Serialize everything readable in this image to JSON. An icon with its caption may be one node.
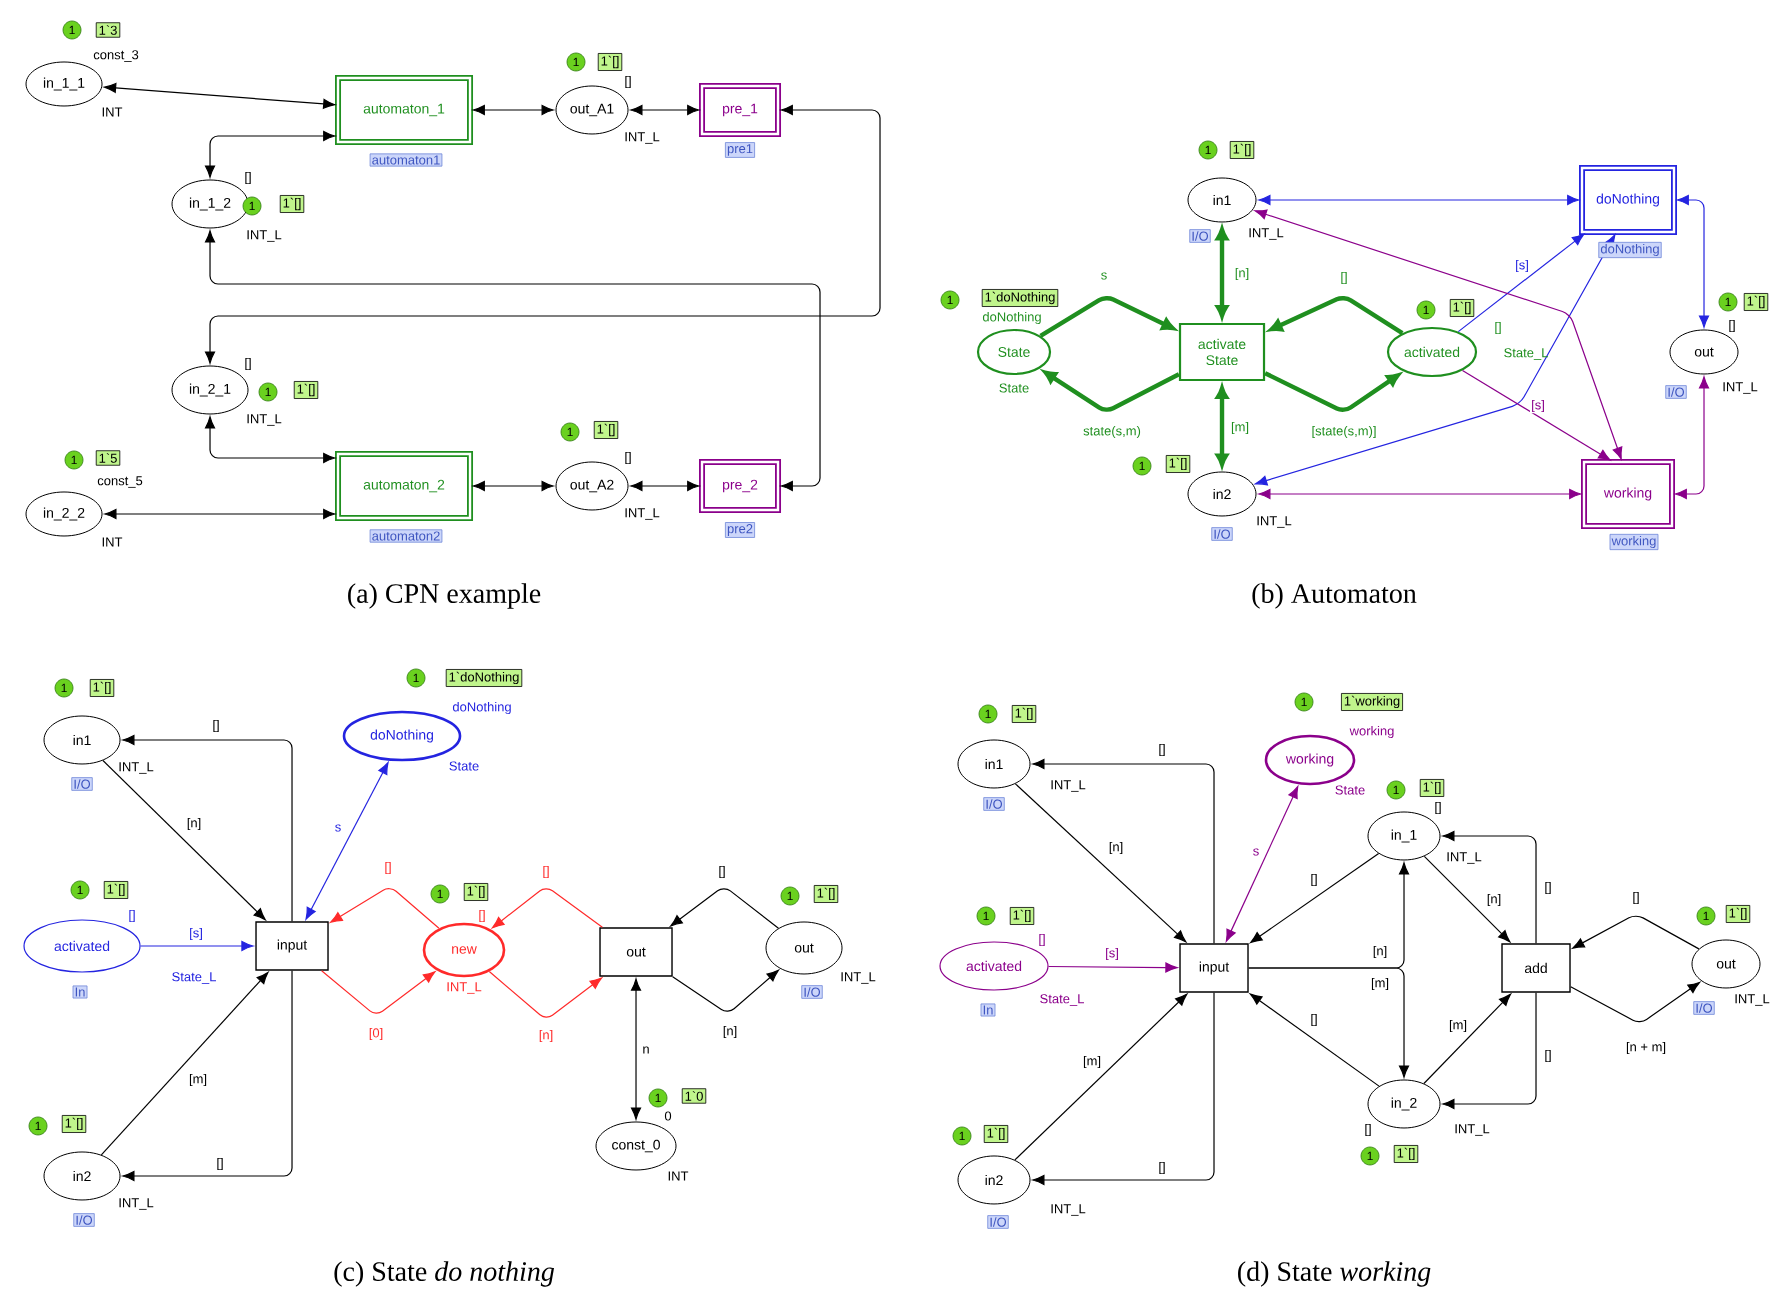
{
  "diagram": {
    "nodes": [
      {
        "text": [
          "in_1_1"
        ],
        "beside": [
          "1",
          "1`3",
          "const_3",
          "INT"
        ]
      },
      {
        "text": [
          "automaton_1"
        ],
        "beside": [
          "automaton1"
        ]
      },
      {
        "text": [
          "out_A1"
        ],
        "beside": [
          "1",
          "1`[]",
          "[]",
          "INT_L"
        ]
      },
      {
        "text": [
          "pre_1"
        ],
        "beside": [
          "pre1"
        ]
      },
      {
        "text": [
          "in_1_2"
        ],
        "beside": [
          "[]",
          "1",
          "1`[]",
          "INT_L"
        ]
      },
      {
        "text": [
          "in_2_1"
        ],
        "beside": [
          "[]",
          "1",
          "1`[]",
          "INT_L"
        ]
      },
      {
        "text": [
          "automaton_2"
        ],
        "beside": [
          "automaton2"
        ]
      },
      {
        "text": [
          "out_A2"
        ],
        "beside": [
          "1",
          "1`[]",
          "[]",
          "INT_L"
        ]
      },
      {
        "text": [
          "pre_2"
        ],
        "beside": [
          "pre2"
        ]
      },
      {
        "text": [
          "in_2_2"
        ],
        "beside": [
          "1",
          "1`5",
          "const_5",
          "INT"
        ]
      },
      {
        "text": [
          "in1"
        ],
        "beside": [
          "1",
          "1`[]",
          "I/O",
          "INT_L"
        ]
      },
      {
        "text": [
          "doNothing"
        ],
        "beside": [
          "doNothing"
        ]
      },
      {
        "text": [
          "State"
        ],
        "beside": [
          "1",
          "1`doNothing",
          "doNothing",
          "State"
        ]
      },
      {
        "text": [
          "activate State"
        ]
      },
      {
        "text": [
          "activated"
        ],
        "beside": [
          "1",
          "1`[]",
          "[]",
          "State_L"
        ]
      },
      {
        "text": [
          "out"
        ],
        "beside": [
          "1",
          "1`[]",
          "[]",
          "I/O",
          "INT_L"
        ]
      },
      {
        "text": [
          "in2"
        ],
        "beside": [
          "1",
          "1`[]",
          "I/O",
          "INT_L"
        ]
      },
      {
        "text": [
          "working"
        ],
        "beside": [
          "working"
        ]
      },
      {
        "text": [
          "in1"
        ],
        "beside": [
          "1",
          "1`[]",
          "INT_L",
          "I/O"
        ]
      },
      {
        "text": [
          "doNothing"
        ],
        "beside": [
          "1",
          "1`doNothing",
          "doNothing",
          "State"
        ]
      },
      {
        "text": [
          "activated"
        ],
        "beside": [
          "1",
          "1`[]",
          "[]",
          "State_L",
          "In"
        ]
      },
      {
        "text": [
          "input"
        ]
      },
      {
        "text": [
          "new"
        ],
        "beside": [
          "1",
          "1`[]",
          "[]",
          "INT_L"
        ]
      },
      {
        "text": [
          "out"
        ]
      },
      {
        "text": [
          "out"
        ],
        "beside": [
          "1",
          "1`[]",
          "INT_L",
          "I/O"
        ]
      },
      {
        "text": [
          "in2"
        ],
        "beside": [
          "1",
          "1`[]",
          "INT_L",
          "I/O"
        ]
      },
      {
        "text": [
          "const_0"
        ],
        "beside": [
          "1",
          "1`0",
          "0",
          "INT"
        ]
      },
      {
        "text": [
          "in1"
        ],
        "beside": [
          "1",
          "1`[]",
          "INT_L",
          "I/O"
        ]
      },
      {
        "text": [
          "working"
        ],
        "beside": [
          "1",
          "1`working",
          "working",
          "State"
        ]
      },
      {
        "text": [
          "in_1"
        ],
        "beside": [
          "1",
          "1`[]",
          "[]",
          "INT_L"
        ]
      },
      {
        "text": [
          "activated"
        ],
        "beside": [
          "1",
          "1`[]",
          "[]",
          "State_L",
          "In"
        ]
      },
      {
        "text": [
          "input"
        ]
      },
      {
        "text": [
          "add"
        ]
      },
      {
        "text": [
          "out"
        ],
        "beside": [
          "1",
          "1`[]",
          "I/O",
          "INT_L"
        ]
      },
      {
        "text": [
          "in_2"
        ],
        "beside": [
          "[]",
          "1",
          "1`[]",
          "INT_L"
        ]
      },
      {
        "text": [
          "in2"
        ],
        "beside": [
          "1",
          "1`[]",
          "INT_L",
          "I/O"
        ]
      }
    ],
    "edges": [
      {
        "from": 0,
        "to": 1,
        "arrow": "both"
      },
      {
        "from": 1,
        "to": 2,
        "arrow": "both"
      },
      {
        "from": 2,
        "to": 3,
        "arrow": "both"
      },
      {
        "from": 4,
        "to": 1,
        "arrow": "both"
      },
      {
        "from": 3,
        "to": 5,
        "arrow": "both"
      },
      {
        "from": 8,
        "to": 4,
        "arrow": "both"
      },
      {
        "from": 5,
        "to": 6,
        "arrow": "both"
      },
      {
        "from": 9,
        "to": 6,
        "arrow": "both"
      },
      {
        "from": 6,
        "to": 7,
        "arrow": "both"
      },
      {
        "from": 7,
        "to": 8,
        "arrow": "both"
      },
      {
        "from": 10,
        "to": 11,
        "arrow": "both",
        "color": "#2424e0"
      },
      {
        "from": 10,
        "to": 13,
        "arrow": "both",
        "label": "[n]",
        "style": "thick",
        "color": "#1f8f1f"
      },
      {
        "from": 12,
        "to": 13,
        "arrow": "to",
        "label": "s",
        "style": "thick",
        "color": "#1f8f1f"
      },
      {
        "from": 13,
        "to": 12,
        "arrow": "to",
        "label": "state(s,m)",
        "style": "thick",
        "color": "#1f8f1f"
      },
      {
        "from": 14,
        "to": 13,
        "arrow": "to",
        "label": "[]",
        "style": "thick",
        "color": "#1f8f1f"
      },
      {
        "from": 13,
        "to": 14,
        "arrow": "to",
        "label": "[state(s,m)]",
        "style": "thick",
        "color": "#1f8f1f"
      },
      {
        "from": 13,
        "to": 16,
        "arrow": "both",
        "label": "[m]",
        "style": "thick",
        "color": "#1f8f1f"
      },
      {
        "from": 14,
        "to": 11,
        "arrow": "to",
        "label": "[s]",
        "color": "#2424e0"
      },
      {
        "from": 16,
        "to": 11,
        "arrow": "both",
        "color": "#2424e0"
      },
      {
        "from": 11,
        "to": 15,
        "arrow": "both",
        "color": "#2424e0"
      },
      {
        "from": 14,
        "to": 17,
        "arrow": "to",
        "label": "[s]",
        "color": "#8b008b"
      },
      {
        "from": 10,
        "to": 17,
        "arrow": "both",
        "color": "#8b008b"
      },
      {
        "from": 16,
        "to": 17,
        "arrow": "both",
        "color": "#8b008b"
      },
      {
        "from": 17,
        "to": 15,
        "arrow": "both",
        "color": "#8b008b"
      },
      {
        "from": 18,
        "to": 21,
        "arrow": "to",
        "label": "[n]"
      },
      {
        "from": 21,
        "to": 18,
        "arrow": "to",
        "label": "[]"
      },
      {
        "from": 19,
        "to": 21,
        "arrow": "both",
        "label": "s",
        "color": "#2424e0"
      },
      {
        "from": 20,
        "to": 21,
        "arrow": "to",
        "label": "[s]",
        "color": "#2424e0"
      },
      {
        "from": 25,
        "to": 21,
        "arrow": "to",
        "label": "[m]"
      },
      {
        "from": 21,
        "to": 25,
        "arrow": "to",
        "label": "[]"
      },
      {
        "from": 22,
        "to": 21,
        "arrow": "to",
        "label": "[]",
        "color": "#ff2a2a"
      },
      {
        "from": 21,
        "to": 22,
        "arrow": "to",
        "label": "[0]",
        "color": "#ff2a2a"
      },
      {
        "from": 23,
        "to": 22,
        "arrow": "to",
        "label": "[]",
        "color": "#ff2a2a"
      },
      {
        "from": 22,
        "to": 23,
        "arrow": "to",
        "label": "[n]",
        "color": "#ff2a2a"
      },
      {
        "from": 24,
        "to": 23,
        "arrow": "to",
        "label": "[]"
      },
      {
        "from": 23,
        "to": 24,
        "arrow": "to",
        "label": "[n]"
      },
      {
        "from": 23,
        "to": 26,
        "arrow": "both",
        "label": "n"
      },
      {
        "from": 27,
        "to": 31,
        "arrow": "to",
        "label": "[n]"
      },
      {
        "from": 31,
        "to": 27,
        "arrow": "to",
        "label": "[]"
      },
      {
        "from": 28,
        "to": 31,
        "arrow": "both",
        "label": "s",
        "color": "#8b008b"
      },
      {
        "from": 30,
        "to": 31,
        "arrow": "to",
        "label": "[s]",
        "color": "#8b008b"
      },
      {
        "from": 35,
        "to": 31,
        "arrow": "to",
        "label": "[m]"
      },
      {
        "from": 31,
        "to": 35,
        "arrow": "to",
        "label": "[]"
      },
      {
        "from": 29,
        "to": 31,
        "arrow": "to",
        "label": "[]"
      },
      {
        "from": 34,
        "to": 31,
        "arrow": "to",
        "label": "[]"
      },
      {
        "from": 31,
        "to": 29,
        "arrow": "to",
        "label": "[n]"
      },
      {
        "from": 31,
        "to": 34,
        "arrow": "to",
        "label": "[m]"
      },
      {
        "from": 29,
        "to": 32,
        "arrow": "to",
        "label": "[n]"
      },
      {
        "from": 34,
        "to": 32,
        "arrow": "to",
        "label": "[m]"
      },
      {
        "from": 32,
        "to": 29,
        "arrow": "to",
        "label": "[]"
      },
      {
        "from": 32,
        "to": 34,
        "arrow": "to",
        "label": "[]"
      },
      {
        "from": 33,
        "to": 32,
        "arrow": "to",
        "label": "[]"
      },
      {
        "from": 32,
        "to": 33,
        "arrow": "to",
        "label": "[n + m]"
      }
    ],
    "labels": [
      "(a) CPN example",
      "(b) Automaton",
      "(c) State *do nothing*",
      "(d) State *working*"
    ]
  }
}
